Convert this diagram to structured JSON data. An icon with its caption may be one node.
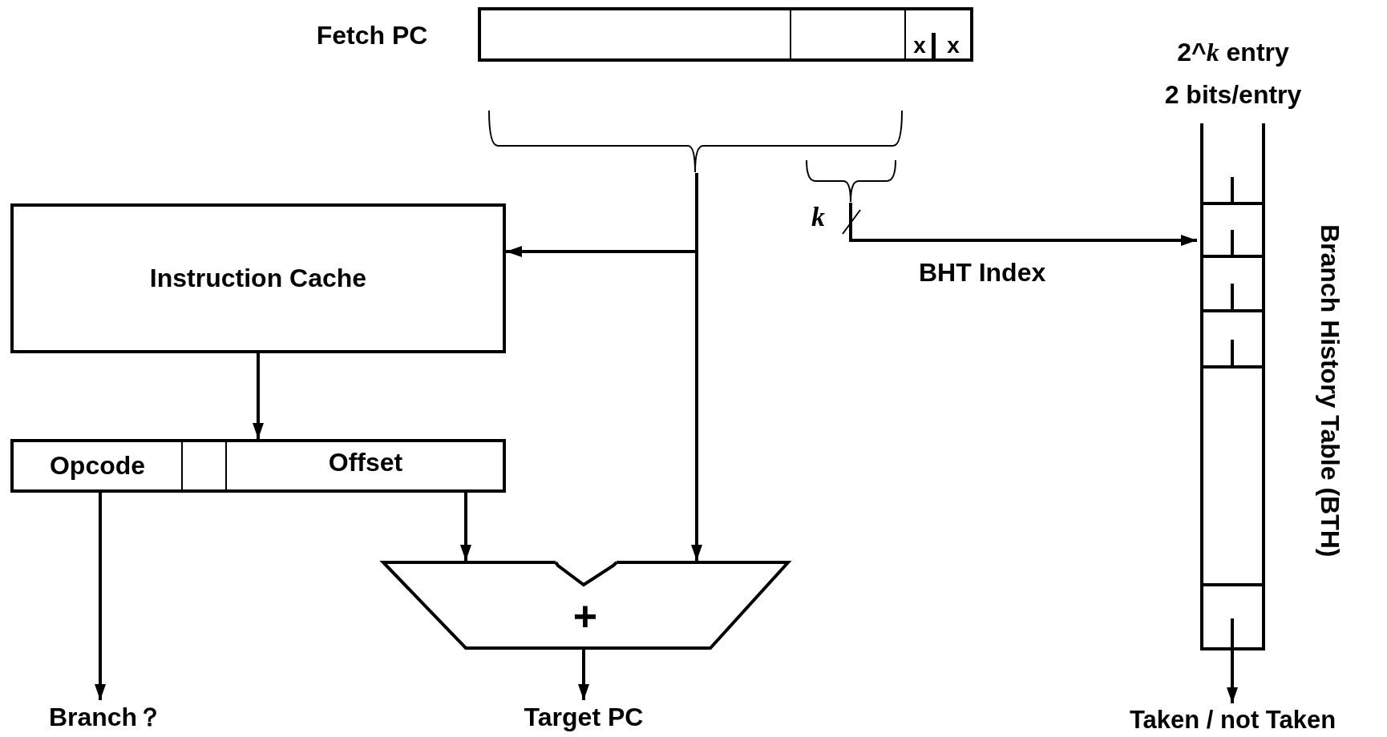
{
  "diagram": {
    "nodes": [
      {
        "text": [
          "Fetch PC",
          "x",
          "x"
        ]
      },
      {
        "text": [],
        "shape": "brace"
      },
      {
        "text": [],
        "shape": "brace"
      },
      {
        "text": [
          "Instruction Cache"
        ]
      },
      {
        "text": [
          "Opcode",
          "Offset"
        ]
      },
      {
        "text": [
          "+"
        ]
      },
      {
        "text": [
          "2^*k* entry",
          "2 bits/entry",
          "Branch History Table (BTH)"
        ]
      },
      {
        "text": [
          "Branch？"
        ]
      },
      {
        "text": [
          "Target PC"
        ]
      },
      {
        "text": [
          "Taken / not Taken"
        ]
      }
    ],
    "edges": [
      {
        "from": 1,
        "to": 3,
        "arrow": "to"
      },
      {
        "from": 1,
        "to": 5,
        "arrow": "to"
      },
      {
        "from": 2,
        "to": 6,
        "arrow": "to",
        "label": "BHT Index"
      },
      {
        "from": 3,
        "to": 4,
        "arrow": "to"
      },
      {
        "from": 4,
        "to": 7,
        "arrow": "to"
      },
      {
        "from": 4,
        "to": 5,
        "arrow": "to"
      },
      {
        "from": 5,
        "to": 8,
        "arrow": "to"
      },
      {
        "from": 6,
        "to": 9,
        "arrow": "to"
      }
    ],
    "labels": [
      "k"
    ]
  }
}
